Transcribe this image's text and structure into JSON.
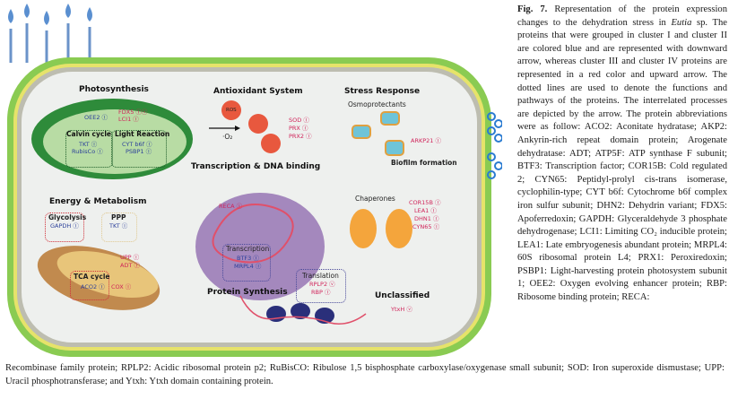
{
  "figure": {
    "sections": {
      "photosynthesis": "Photosynthesis",
      "calvin": "Calvin cycle",
      "light": "Light Reaction",
      "antioxidant": "Antioxidant System",
      "stress": "Stress Response",
      "osmo": "Osmoprotectants",
      "biofilm": "Biofilm formation",
      "transcription_dna": "Transcription & DNA binding",
      "energy": "Energy & Metabolism",
      "glycolysis": "Glycolysis",
      "ppp": "PPP",
      "tca": "TCA cycle",
      "transcription": "Transcription",
      "translation": "Translation",
      "protein_synthesis": "Protein Synthesis",
      "chaperones": "Chaperones",
      "unclassified": "Unclassified",
      "ros": "ROS",
      "o2": "·O₂"
    },
    "proteins": {
      "oee2": "OEE2 Ⓘ",
      "fdx": "FDX5 Ⓘⓥ",
      "lci": "LCI1 Ⓘ",
      "tkt_calvin": "TKT Ⓘ",
      "rubisco": "RubisCo Ⓘ",
      "cytb6f": "CYT b6f Ⓘ",
      "psbp1": "PSBP1 Ⓘ",
      "sod": "SOD Ⓘ",
      "prx": "PRX Ⓘ",
      "prx2": "PRX2 Ⓘ",
      "arkp21": "ARKP21 Ⓘ",
      "reca": "RECA Ⓘ",
      "gapdh": "GAPDH Ⓘ",
      "tkt_ppp": "TKT Ⓘ",
      "upp": "UPP Ⓘ",
      "adt": "ADT Ⓘ",
      "aco2": "ACO2 Ⓘ",
      "cox": "COX Ⓘ",
      "btf3": "BTF3 Ⓘ",
      "mrpl4": "MRPL4 Ⓘ",
      "rplp2": "RPLP2 ⓥ",
      "rbp": "RBP Ⓘ",
      "cor15b": "COR15B Ⓘ",
      "lea1": "LEA1 Ⓘ",
      "dhn1": "DHN1 Ⓘ",
      "cyn65": "CYN65 Ⓘ",
      "ytxh": "YtxH ⓥ"
    },
    "colors": {
      "down": "#2b3f9a",
      "up": "#d0245a",
      "membrane": "#7cc447",
      "cytoplasm": "#eef0ee"
    }
  },
  "caption": {
    "label": "Fig. 7.",
    "text_1": " Representation of the protein expression changes to the dehydration stress in ",
    "species": "Eutia",
    "text_2": " sp. The proteins that were grouped in cluster I and cluster II are colored blue and are represented with downward arrow, whereas cluster III and cluster IV proteins are represented in a red color and upward arrow. The dotted lines are used to denote the functions and pathways of the proteins. The interrelated processes are depicted by the arrow. The protein abbreviations were as follow: ACO2: Aconitate hydratase; AKP2: Ankyrin-rich repeat domain protein; Arogenate dehydratase: ADT; ATP5F: ATP synthase F subunit; BTF3: Transcription factor; COR15B: Cold regulated 2; CYN65: Peptidyl-prolyl cis-trans isomerase, cyclophilin-type; CYT b6f: Cytochrome b6f complex iron sulfur subunit; DHN2: Dehydrin variant; FDX5: Apoferredoxin; GAPDH: Glyceraldehyde 3 phosphate dehydrogenase; LCI1: Limiting CO₂ inducible protein; LEA1: Late embryogenesis abundant protein; MRPL4: 60S ribosomal protein L4; PRX1: Peroxiredoxin; PSBP1: Light-harvesting protein photosystem subunit 1; OEE2: Oxygen evolving enhancer protein; RBP: Ribosome binding protein; RECA:",
    "text_bottom": "Recombinase family protein; RPLP2: Acidic ribosomal protein p2; RuBisCO: Ribulose 1,5 bisphosphate carboxylase/oxygenase small subunit; SOD: Iron superoxide dismustase; UPP: Uracil phosphotransferase; and Ytxh: Ytxh domain containing protein."
  }
}
